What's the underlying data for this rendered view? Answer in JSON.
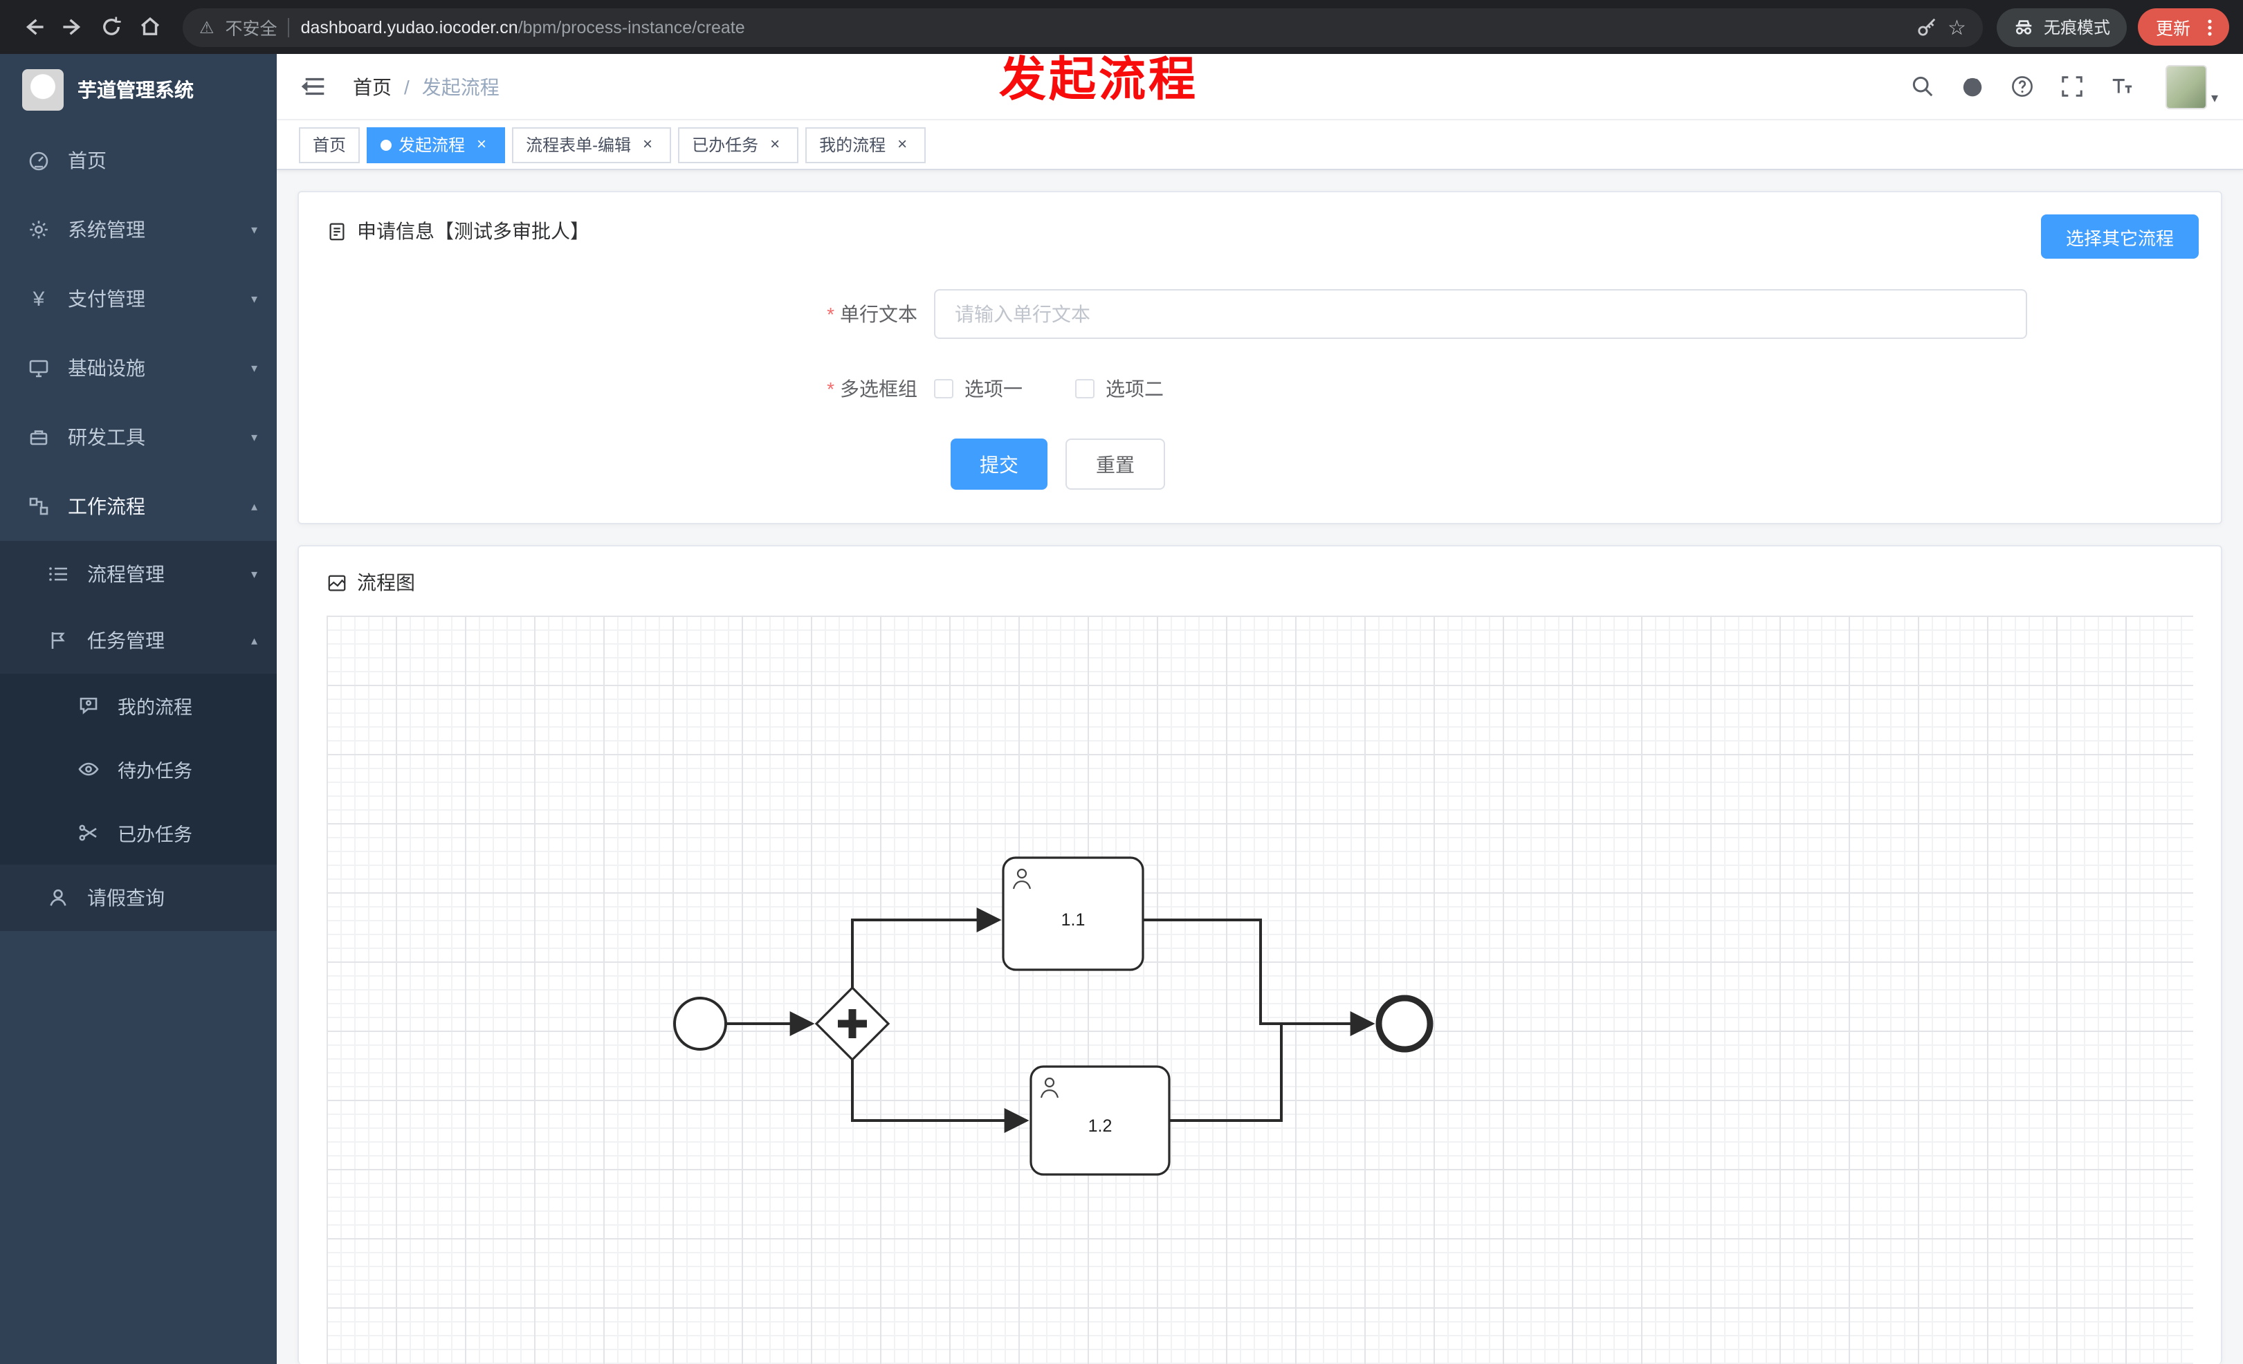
{
  "annotation": {
    "text": "发起流程"
  },
  "colors": {
    "accent": "#409eff",
    "sidebar_bg": "#304156",
    "annotation_red": "#f80b0b",
    "update_pill": "#e0584b",
    "active_tab": "#409eff"
  },
  "icons": {
    "close": "×",
    "chevron_down": "▾",
    "chevron_up": "▴",
    "caret_down": "▾",
    "warning": "⚠",
    "star": "☆",
    "yen": "¥"
  },
  "browser": {
    "security_label": "不安全",
    "url_domain": "dashboard.yudao.iocoder.cn",
    "url_path": "/bpm/process-instance/create",
    "incognito_label": "无痕模式",
    "update_label": "更新"
  },
  "sidebar": {
    "app_title": "芋道管理系统",
    "items": [
      {
        "label": "首页"
      },
      {
        "label": "系统管理"
      },
      {
        "label": "支付管理"
      },
      {
        "label": "基础设施"
      },
      {
        "label": "研发工具"
      },
      {
        "label": "工作流程"
      },
      {
        "label": "流程管理"
      },
      {
        "label": "任务管理"
      },
      {
        "label": "我的流程"
      },
      {
        "label": "待办任务"
      },
      {
        "label": "已办任务"
      },
      {
        "label": "请假查询"
      }
    ]
  },
  "header": {
    "breadcrumb": {
      "home": "首页",
      "separator": "/",
      "current": "发起流程"
    }
  },
  "tabs": [
    {
      "label": "首页"
    },
    {
      "label": "发起流程"
    },
    {
      "label": "流程表单-编辑"
    },
    {
      "label": "已办任务"
    },
    {
      "label": "我的流程"
    }
  ],
  "form_card": {
    "title": "申请信息【测试多审批人】",
    "other_process_button": "选择其它流程",
    "single_line_field": {
      "required_mark": "*",
      "label": "单行文本",
      "placeholder": "请输入单行文本",
      "value": ""
    },
    "checkbox_group": {
      "required_mark": "*",
      "label": "多选框组",
      "options": [
        {
          "label": "选项一",
          "checked": false
        },
        {
          "label": "选项二",
          "checked": false
        }
      ]
    },
    "submit_label": "提交",
    "reset_label": "重置"
  },
  "diagram_card": {
    "title": "流程图",
    "tasks": [
      {
        "label": "1.1"
      },
      {
        "label": "1.2"
      }
    ]
  }
}
